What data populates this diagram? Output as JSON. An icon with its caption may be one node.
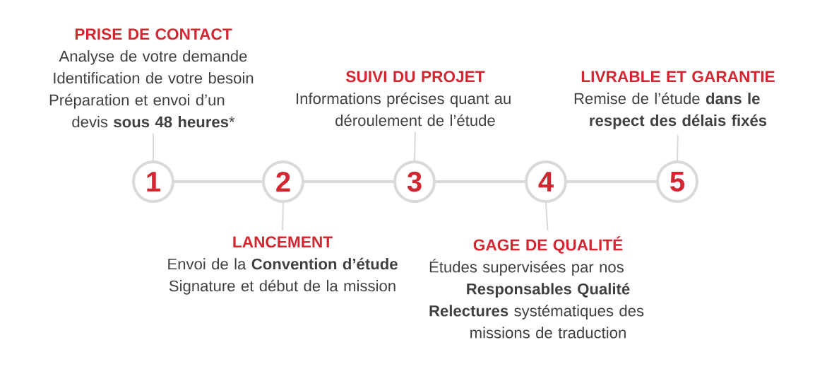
{
  "diagram": {
    "nodes": [
      {
        "text": [
          "1"
        ]
      },
      {
        "text": [
          "2"
        ]
      },
      {
        "text": [
          "3"
        ]
      },
      {
        "text": [
          "4"
        ]
      },
      {
        "text": [
          "5"
        ]
      },
      {
        "text": [
          "PRISE DE CONTACT",
          "Analyse de votre demande",
          "Identification de votre besoin",
          "Préparation et envoi d’un devis **sous 48 heures***"
        ]
      },
      {
        "text": [
          "LANCEMENT",
          "Envoi de la **Convention d’étude**",
          "Signature et début de la mission"
        ]
      },
      {
        "text": [
          "SUIVI DU PROJET",
          "Informations précises quant au déroulement de l’étude"
        ]
      },
      {
        "text": [
          "GAGE DE QUALITÉ",
          "Études supervisées par nos **Responsables Qualité**",
          "**Relectures** systématiques des missions de traduction"
        ]
      },
      {
        "text": [
          "LIVRABLE ET GARANTIE",
          "Remise de l’étude **dans le respect des délais fixés**"
        ]
      }
    ],
    "edges": [
      {
        "from": 0,
        "to": 1,
        "arrow": "none",
        "style": "thick"
      },
      {
        "from": 1,
        "to": 2,
        "arrow": "none",
        "style": "thick"
      },
      {
        "from": 2,
        "to": 3,
        "arrow": "none",
        "style": "thick"
      },
      {
        "from": 3,
        "to": 4,
        "arrow": "none",
        "style": "thick"
      },
      {
        "from": 5,
        "to": 0,
        "arrow": "none"
      },
      {
        "from": 6,
        "to": 1,
        "arrow": "none"
      },
      {
        "from": 7,
        "to": 2,
        "arrow": "none"
      },
      {
        "from": 8,
        "to": 3,
        "arrow": "none"
      },
      {
        "from": 9,
        "to": 4,
        "arrow": "none"
      }
    ]
  }
}
